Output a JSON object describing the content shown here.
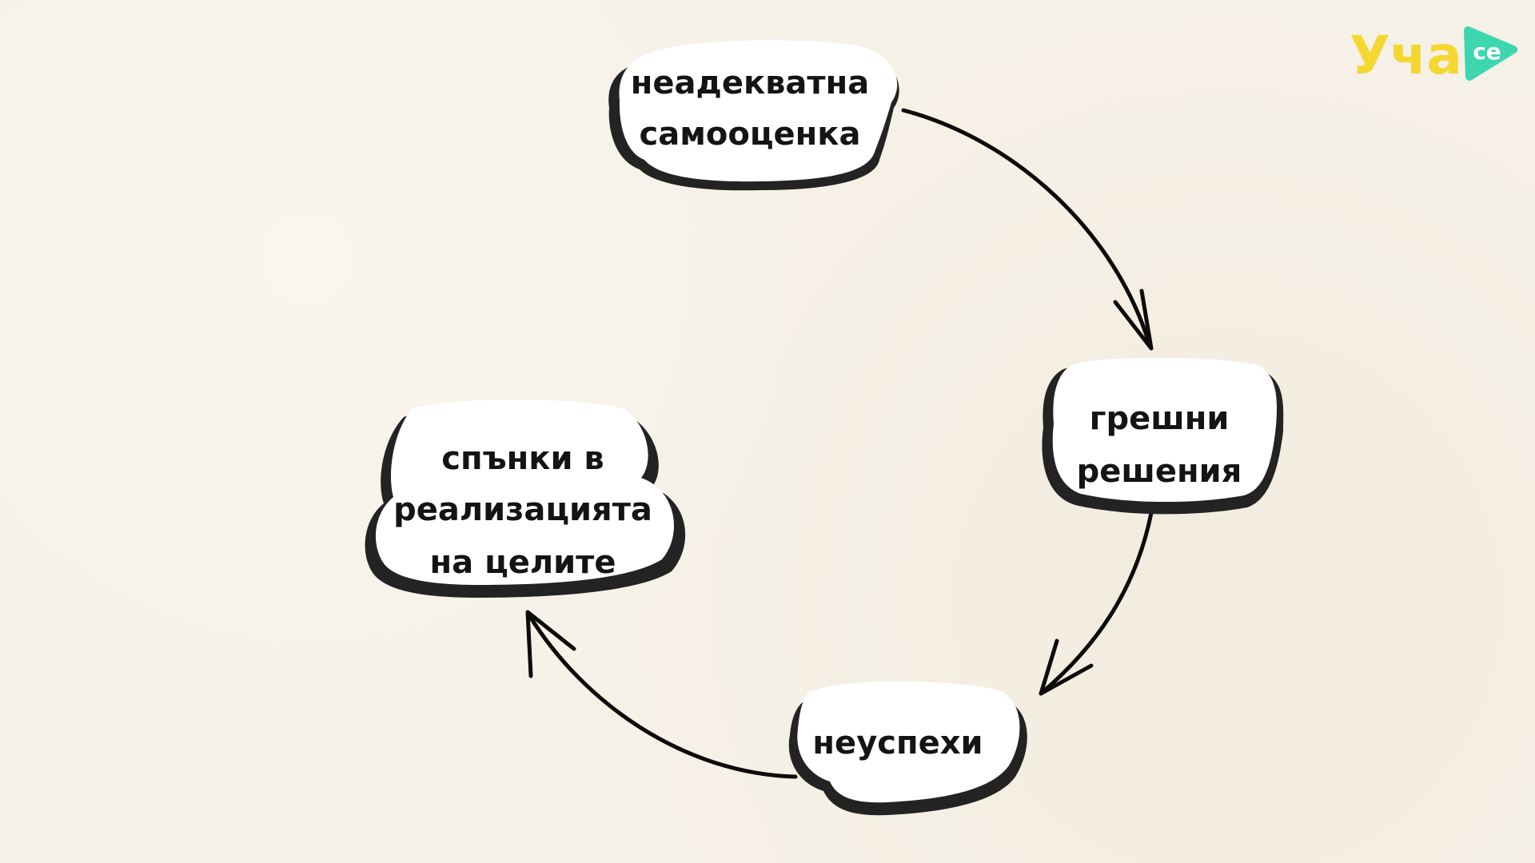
{
  "diagram": {
    "type": "cycle",
    "nodes": [
      {
        "id": "self-esteem",
        "lines": [
          "неадекватна",
          "самооценка"
        ]
      },
      {
        "id": "wrong-decisions",
        "lines": [
          "грешни",
          "решения"
        ]
      },
      {
        "id": "failures",
        "lines": [
          "неуспехи"
        ]
      },
      {
        "id": "obstacles",
        "lines": [
          "спънки в",
          "реализацията",
          "на целите"
        ]
      }
    ],
    "edges": [
      {
        "from": "self-esteem",
        "to": "wrong-decisions"
      },
      {
        "from": "wrong-decisions",
        "to": "failures"
      },
      {
        "from": "failures",
        "to": "obstacles"
      }
    ],
    "colors": {
      "background": "#f6f1e7",
      "node_fill": "#ffffff",
      "node_shadow": "#232323",
      "arrow": "#0c0c0c"
    }
  },
  "logo": {
    "letters": "Уча",
    "suffix": "се",
    "color_primary": "#f5d731",
    "color_accent": "#3dd6b0"
  }
}
